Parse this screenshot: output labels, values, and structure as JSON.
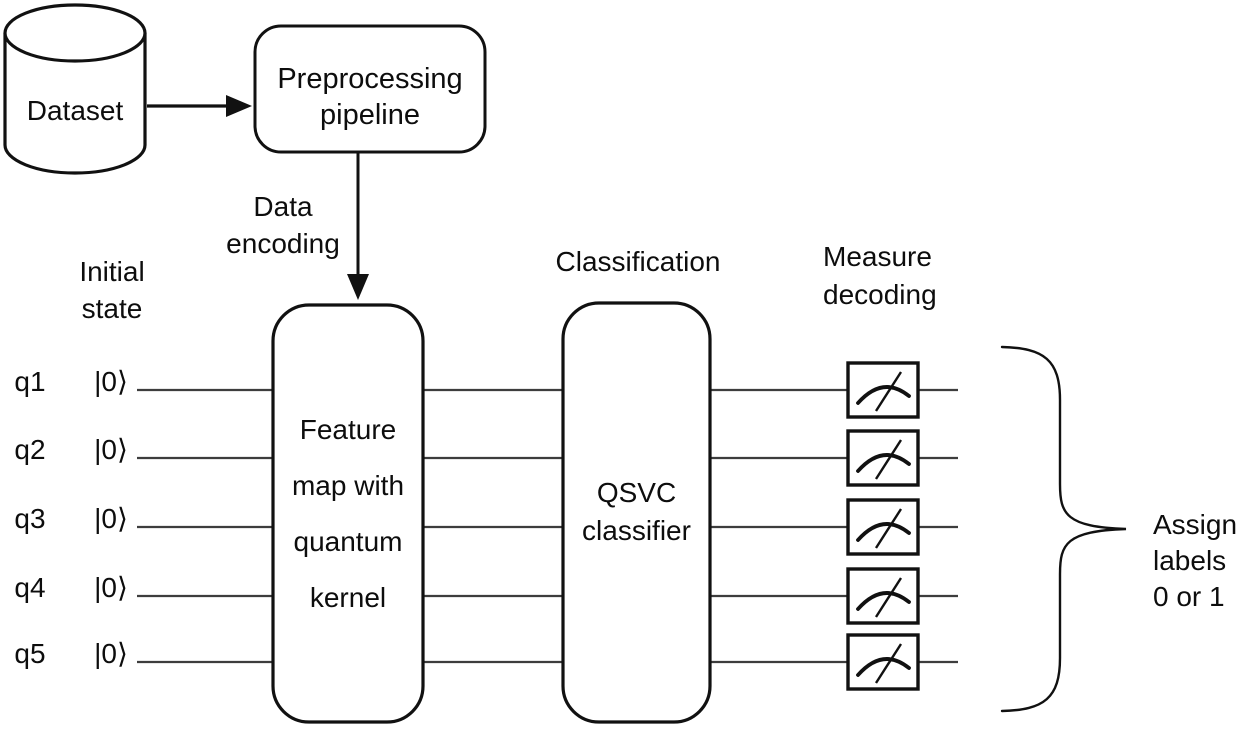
{
  "diagram": {
    "title_hint": "QSVC quantum classification pipeline",
    "dataset_label": "Dataset",
    "preprocessing": {
      "line1": "Preprocessing",
      "line2": "pipeline"
    },
    "data_encoding": {
      "line1": "Data",
      "line2": "encoding"
    },
    "initial_state": {
      "line1": "Initial",
      "line2": "state"
    },
    "classification_label": "Classification",
    "measure_decoding": {
      "line1": "Measure",
      "line2": "decoding"
    },
    "feature_map": {
      "lines": [
        "Feature",
        "map with",
        "quantum",
        "kernel"
      ]
    },
    "qsvc": {
      "line1": "QSVC",
      "line2": "classifier"
    },
    "qubits": [
      {
        "name": "q1",
        "state": "|0⟩"
      },
      {
        "name": "q2",
        "state": "|0⟩"
      },
      {
        "name": "q3",
        "state": "|0⟩"
      },
      {
        "name": "q4",
        "state": "|0⟩"
      },
      {
        "name": "q5",
        "state": "|0⟩"
      }
    ],
    "assign_labels": {
      "line1": "Assign",
      "line2": "labels",
      "line3": "0 or 1"
    },
    "colors": {
      "stroke": "#111111",
      "wire": "#3d3d3d",
      "background": "#ffffff",
      "text": "#0d0d0d"
    }
  }
}
